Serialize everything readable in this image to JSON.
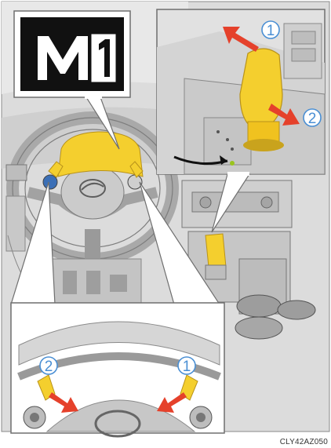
{
  "figure": {
    "mode_indicator": "M1",
    "callouts": {
      "shift_up": "1",
      "shift_down": "2",
      "paddle_right": "1",
      "paddle_left": "2"
    },
    "image_code": "CLY42AZ050"
  },
  "colors": {
    "highlight": "#f4cf2e",
    "arrow": "#e5412b",
    "callout_ring": "#4a8fd4",
    "interior": "#d9d9d9",
    "display_bg": "#111111"
  }
}
